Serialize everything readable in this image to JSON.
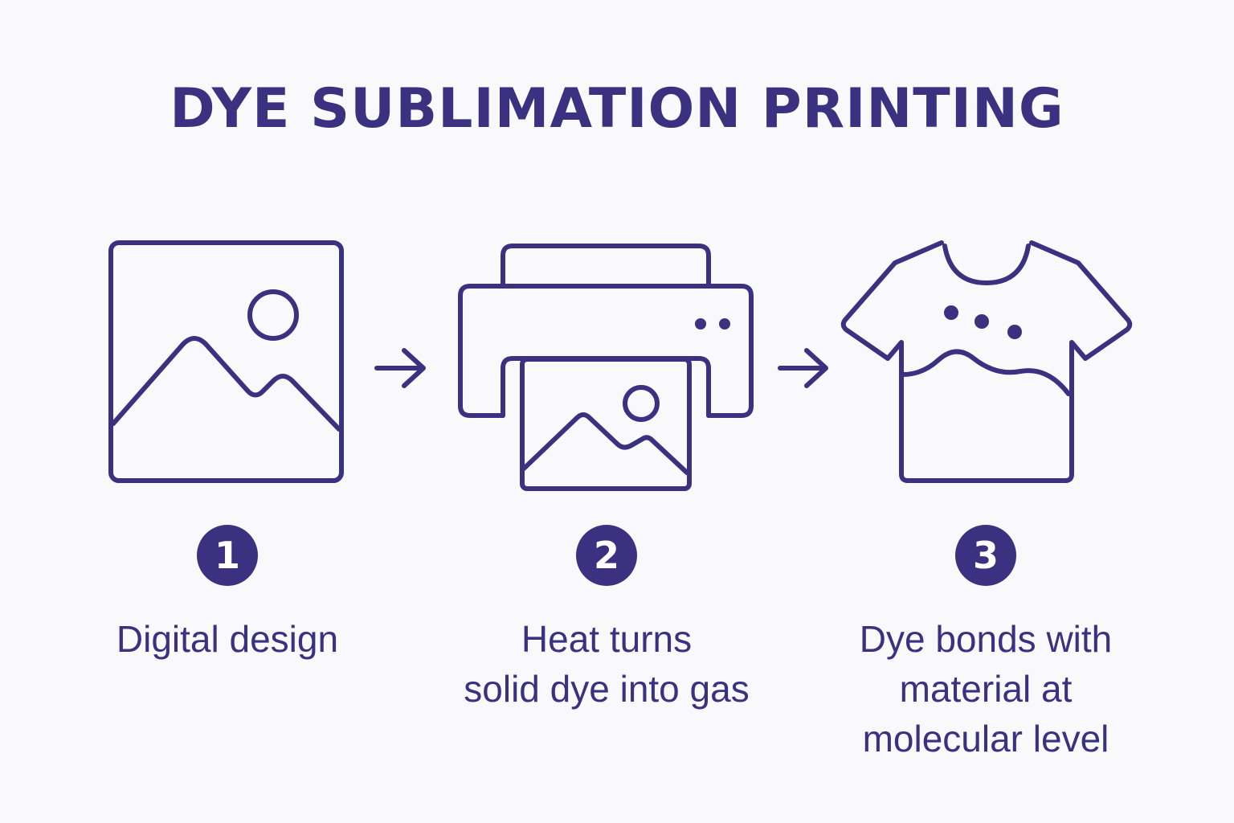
{
  "title": "DYE SUBLIMATION PRINTING",
  "colors": {
    "accent": "#3b3180",
    "background": "#f9f9fb"
  },
  "steps": [
    {
      "number": "1",
      "icon": "image-icon",
      "lines": [
        "Digital design"
      ]
    },
    {
      "number": "2",
      "icon": "printer-icon",
      "lines": [
        "Heat turns",
        "solid dye into gas"
      ]
    },
    {
      "number": "3",
      "icon": "tshirt-icon",
      "lines": [
        "Dye bonds with",
        "material at",
        "molecular level"
      ]
    }
  ],
  "connectors": [
    "arrow-right-icon",
    "arrow-right-icon"
  ]
}
